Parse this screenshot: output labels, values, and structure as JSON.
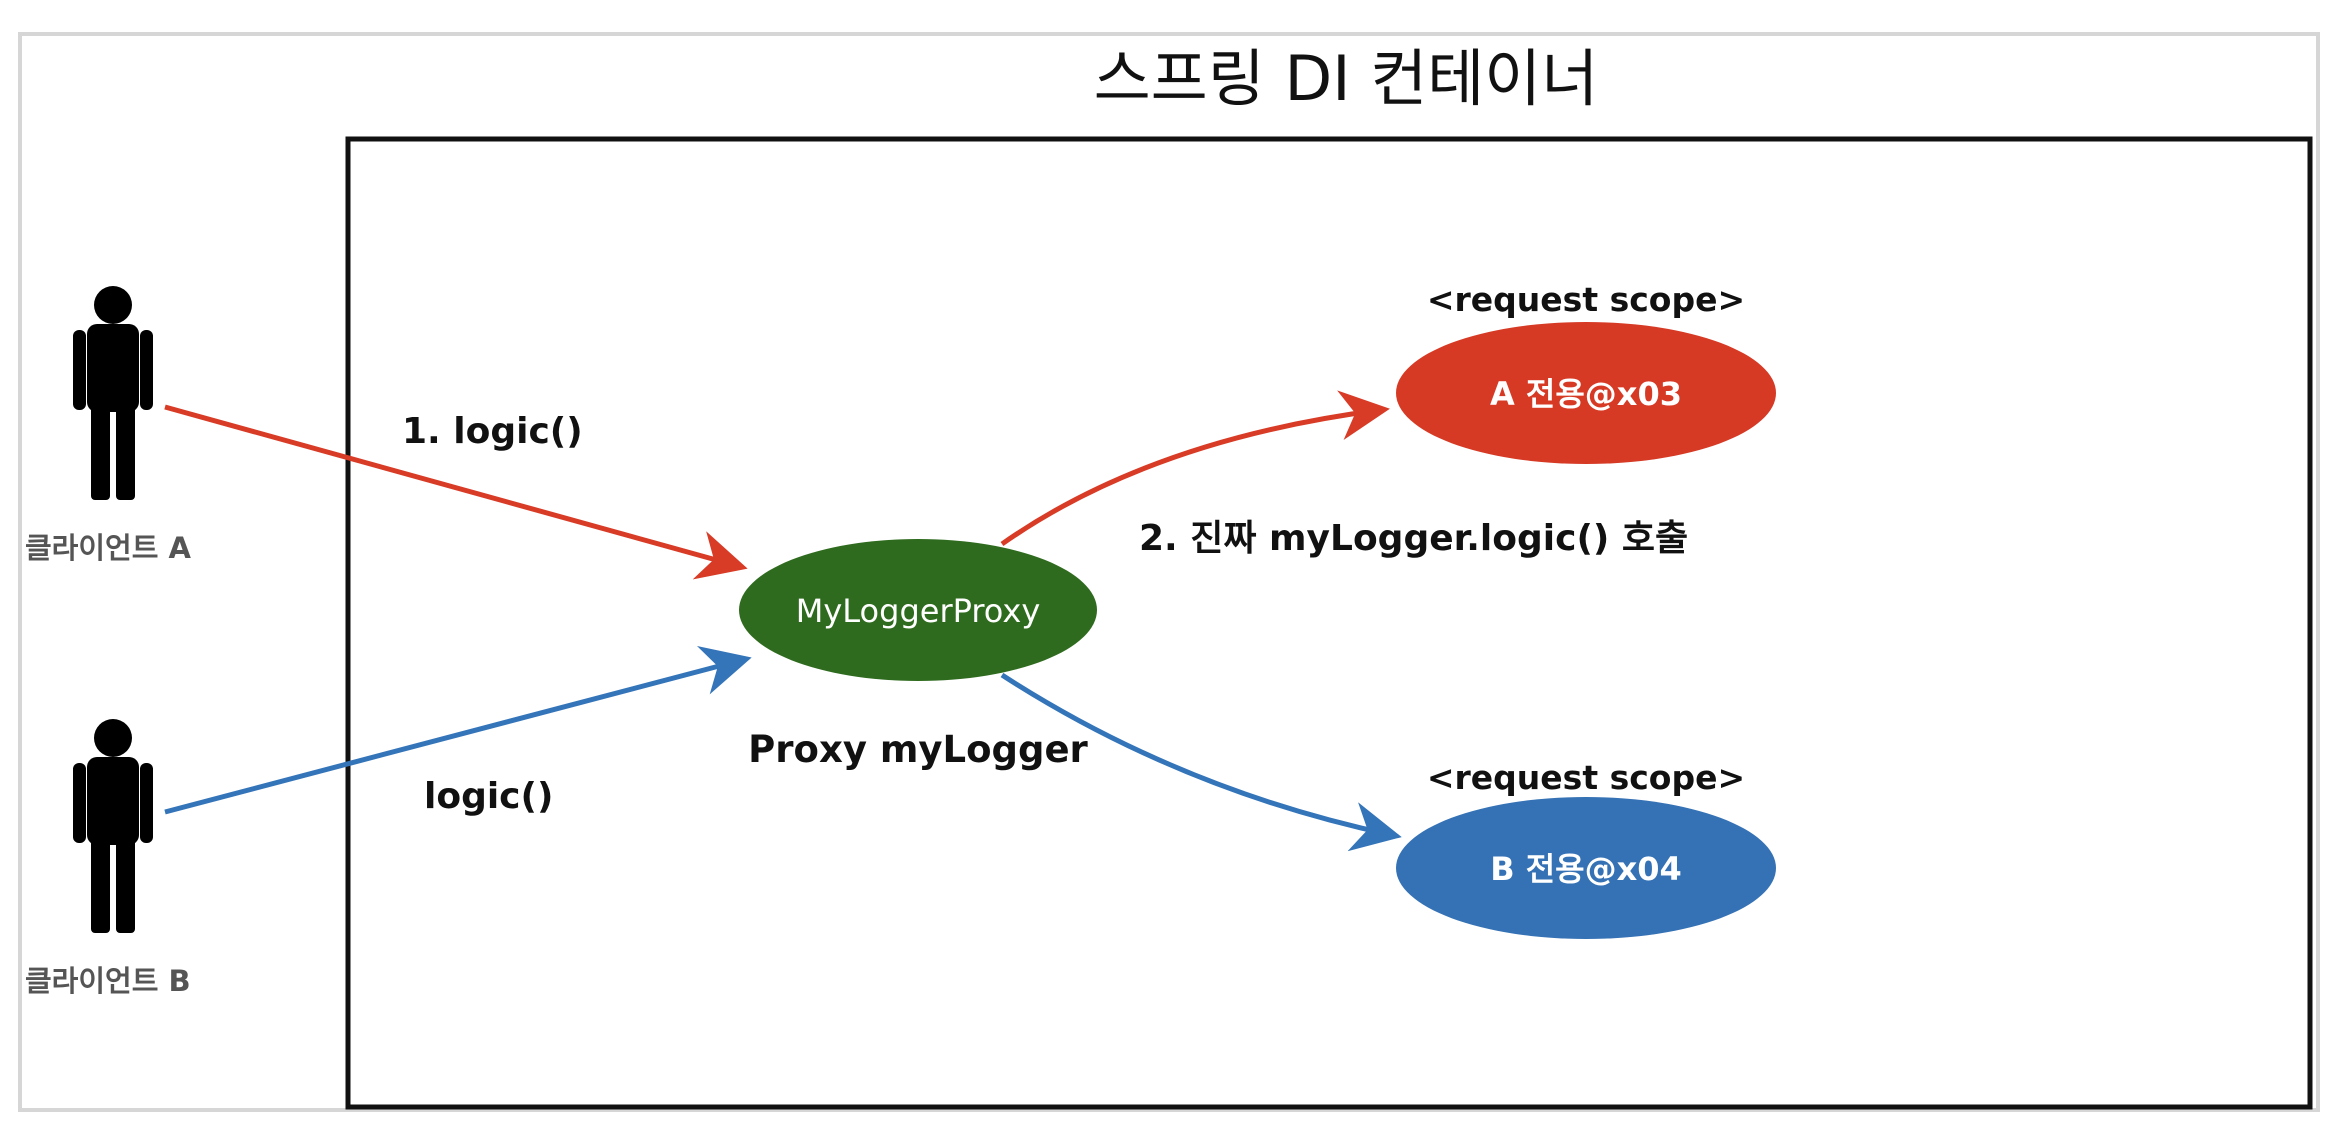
{
  "title": "스프링 DI 컨테이너",
  "clients": {
    "a": {
      "label": "클라이언트 A"
    },
    "b": {
      "label": "클라이언트 B"
    }
  },
  "edges": {
    "a_to_proxy": "1. logic()",
    "b_to_proxy": "logic()",
    "proxy_to_real": "2. 진짜 myLogger.logic() 호출"
  },
  "proxy": {
    "node_label": "MyLoggerProxy",
    "caption": "Proxy myLogger"
  },
  "beans": {
    "a": {
      "scope": "<request scope>",
      "label": "A 전용@x03"
    },
    "b": {
      "scope": "<request scope>",
      "label": "B 전용@x04"
    }
  },
  "colors": {
    "red": "#d83b26",
    "blue": "#3474b9",
    "green": "#2d6b1a",
    "proxy_node": "#2f6b1e",
    "bean_a": "#d63a25",
    "bean_b": "#3572b5"
  }
}
